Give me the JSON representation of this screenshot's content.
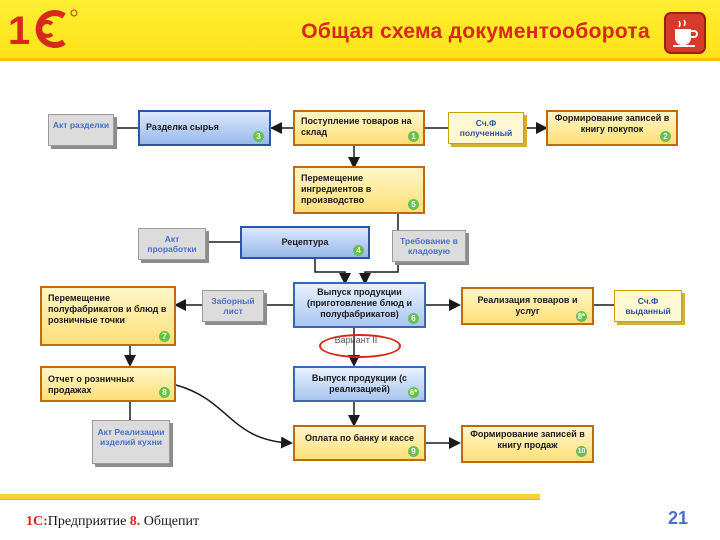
{
  "header": {
    "title": "Общая схема документооборота",
    "logo_alt": "1С",
    "cup_icon": "cup-icon"
  },
  "boxes": {
    "razdelka": {
      "label": "Разделка сырья",
      "num": "3"
    },
    "postuplenie": {
      "label": "Поступление товаров на склад",
      "num": "1"
    },
    "formirovanie_pokupok": {
      "label": "Формирование записей в книгу покупок",
      "num": "2"
    },
    "peremeshchenie_ingr": {
      "label": "Перемещение ингредиентов в производство",
      "num": "5"
    },
    "receptura": {
      "label": "Рецептура",
      "num": "4"
    },
    "vypusk": {
      "label": "Выпуск продукции (приготовление блюд и полуфабрикатов)",
      "num": "6"
    },
    "realizaciya": {
      "label": "Реализация товаров и услуг",
      "num": "8*"
    },
    "peremeshchenie_pf": {
      "label": "Перемещение полуфабрикатов и блюд в розничные точки",
      "num": "7"
    },
    "otchet": {
      "label": "Отчет о розничных продажах",
      "num": "8"
    },
    "vypusk_realiz": {
      "label": "Выпуск продукции (с реализацией)",
      "num": "6*"
    },
    "oplata": {
      "label": "Оплата по банку и кассе",
      "num": "9"
    },
    "formirovanie_prodazh": {
      "label": "Формирование записей в книгу продаж",
      "num": "10"
    }
  },
  "docs": {
    "akt_razdelki": "Акт разделки",
    "sf_poluchenny": "Сч.Ф полученный",
    "akt_prorabotki": "Акт проработки",
    "trebovanie": "Требование в кладовую",
    "zabornyi_list": "Заборный лист",
    "sf_vydannyi": "Сч.Ф выданный",
    "akt_realizacii": "Акт Реализации изделий кухни"
  },
  "variant_label": "Вариант II",
  "footer": {
    "brand_1c": "1С:",
    "brand_text": "Предприятие ",
    "brand_8": "8.",
    "brand_tail": " Общепит",
    "page": "21"
  },
  "colors": {
    "title_red": "#d8281b",
    "header_yellow": "#ffe21a",
    "orange_border": "#c06a10",
    "blue_border": "#3a66b5",
    "number_green": "#66c24a"
  }
}
